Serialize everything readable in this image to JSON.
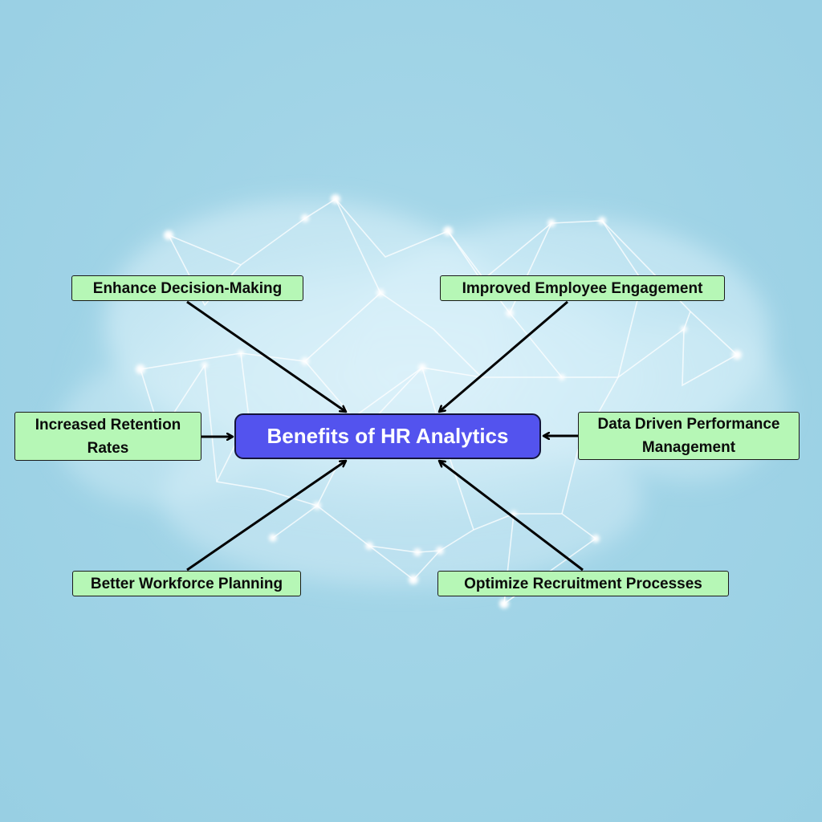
{
  "diagram": {
    "center_label": "Benefits of HR Analytics",
    "nodes": {
      "decision": "Enhance Decision-Making",
      "engagement": "Improved Employee Engagement",
      "retention": "Increased Retention Rates",
      "performance": "Data Driven Performance Management",
      "workforce": "Better Workforce Planning",
      "recruit": "Optimize Recruitment Processes"
    }
  },
  "colors": {
    "background": "#9fd3e6",
    "center_fill": "#5353ee",
    "node_fill": "#b6f7b6",
    "arrow": "#000000"
  }
}
